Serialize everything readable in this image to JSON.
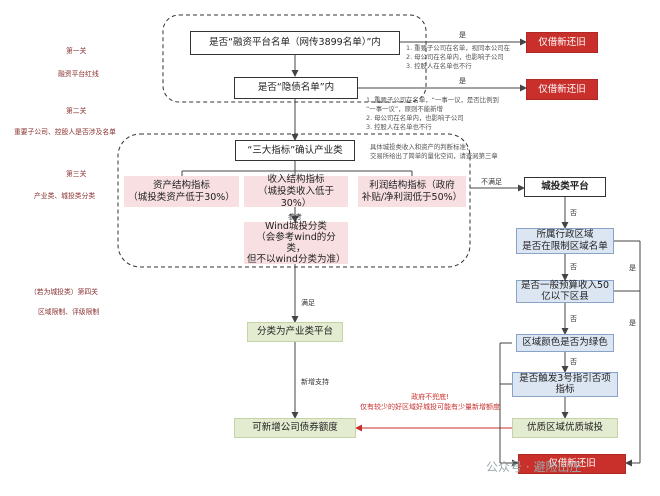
{
  "side_labels": {
    "level1": "第一关",
    "level1_desc": "融资平台红线",
    "level2": "第二关",
    "level2_desc": "重要子公司、控股人是否涉及名单",
    "level3": "第三关",
    "level3_desc": "产业类、城投类分类",
    "level4": "（若为城投类）第四关",
    "level4_desc": "区域限制、评级限制"
  },
  "nodes": {
    "q_platform": "是否“融资平台名单（网传3899名单）”内",
    "q_debt": "是否“隐债名单”内",
    "borrow_new_1": "仅借新还旧",
    "borrow_new_2": "仅借新还旧",
    "borrow_new_3": "仅借新还旧",
    "three_indicators": "“三大指标”确认产业类",
    "ind_asset": "资产结构指标\n（城投类资产低于30%）",
    "ind_income": "收入结构指标\n（城投类收入低于30%）",
    "ind_profit": "利润结构指标（政府\n补贴/净利润低于50%）",
    "wind": "Wind城投分类\n（会参考wind的分类，\n但不以wind分类为准）",
    "industry_platform": "分类为产业类平台",
    "new_quota": "可新增公司债券额度",
    "chengtou_platform": "城投类平台",
    "region_list": "所属行政区域\n是否在限制区域名单",
    "budget": "是否一般预算收入50\n亿以下区县",
    "green": "区域颜色是否为绿色",
    "trigger3": "是否触发3号指引否项\n指标",
    "premium": "优质区域优质城投"
  },
  "labels": {
    "yes1": "是",
    "yes2": "是",
    "not_satisfied": "不满足",
    "satisfied": "满足",
    "reference": "参考",
    "issue_support": "新增支持",
    "right_yes1": "是",
    "right_yes2": "是",
    "right_no1": "否",
    "right_no2": "否",
    "right_no3": "否",
    "right_no4": "否"
  },
  "notes": {
    "note1": "1. 重要子公司在名单，视同本公司在\n2. 母公司在名单内，也影响子公司\n3. 控股人在名单也不行",
    "note2": "1. 重要子公司在名单，“一事一议，是否比例到\n   “一事一议”，原则不能新增\n2. 母公司在名单内，也影响子公司\n3. 控股人在名单也不行",
    "note3": "具体城投类收入和资产的判断标准，\n交易所给出了简单的量化空间，请查阅第三章"
  },
  "warning": "政府不兜底!\n仅有较少的好区域好城投可能有少量新增额度",
  "watermark": "公众号 · 避险山庄"
}
